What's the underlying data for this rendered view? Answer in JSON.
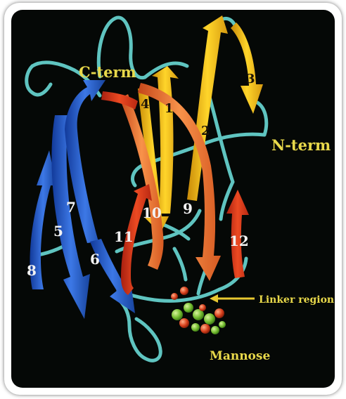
{
  "labels": {
    "c_term": "C-term",
    "n_term": "N-term",
    "linker": "Linker region",
    "mannose": "Mannose"
  },
  "strands": [
    "1",
    "2",
    "3",
    "4",
    "5",
    "6",
    "7",
    "8",
    "9",
    "10",
    "11",
    "12"
  ],
  "colors": {
    "background": "#050806",
    "coil": "#5fc4c0",
    "yellow_strand": "#f2c21a",
    "blue_strand": "#2a5fd0",
    "orange_strand": "#f07a2a",
    "red_strand": "#d8361a",
    "label_yellow": "#e8d84a",
    "label_white": "#f2f2f2",
    "mannose_green": "#7cc43c",
    "mannose_red": "#d8401c"
  }
}
